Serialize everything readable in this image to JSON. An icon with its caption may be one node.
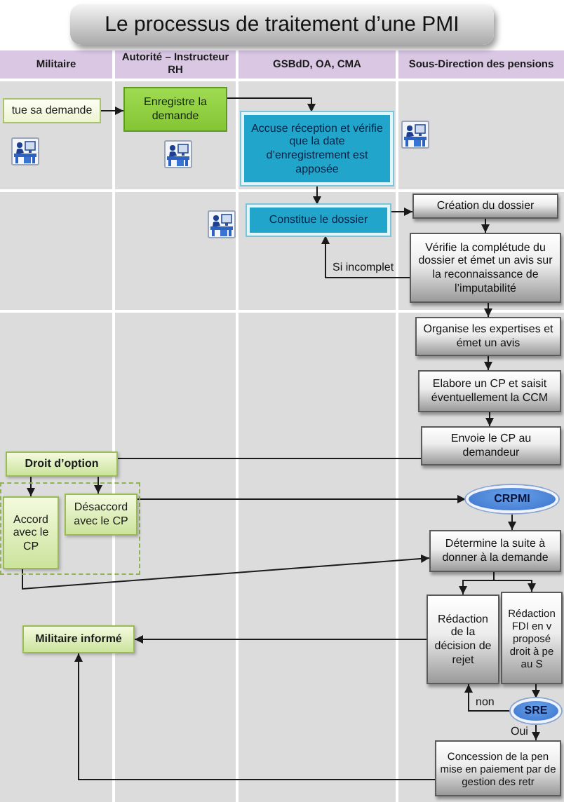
{
  "diagram": {
    "title": "Le processus de traitement d’une PMI",
    "nodes": [
      {
        "text": [
          "tue sa demande"
        ]
      },
      {
        "text": [
          "Enregistre la demande"
        ]
      },
      {
        "text": [
          "Accuse réception et vérifie que la date d’enregistrement est apposée"
        ]
      },
      {
        "text": [
          "Constitue le dossier"
        ]
      },
      {
        "text": [
          "Création du dossier"
        ]
      },
      {
        "text": [
          "Vérifie la complétude du dossier et émet un avis sur la reconnaissance de l’imputabilité"
        ]
      },
      {
        "text": [
          "Organise les expertises et émet un avis"
        ]
      },
      {
        "text": [
          "Elabore un CP et saisit éventuellement la CCM"
        ]
      },
      {
        "text": [
          "Envoie le CP au demandeur"
        ]
      },
      {
        "text": [
          "Droit d’option"
        ]
      },
      {
        "text": [
          "CRPMI"
        ]
      },
      {
        "text": [],
        "shape": "box"
      },
      {
        "text": [
          "Accord avec le CP"
        ],
        "in": 11
      },
      {
        "text": [
          "Désaccord avec le CP"
        ],
        "in": 11
      },
      {
        "text": [
          "Détermine la suite à donner à la demande"
        ]
      },
      {
        "text": [
          "Rédaction de la décision de rejet"
        ]
      },
      {
        "text": [
          "Rédaction FDI en v proposé droit à pe au S"
        ]
      },
      {
        "text": [
          "Militaire informé"
        ]
      },
      {
        "text": [
          "SRE"
        ]
      },
      {
        "text": [
          "Concession de la pen mise en paiement par de gestion des retr"
        ]
      }
    ],
    "edges": [
      {
        "from": 0,
        "to": 1,
        "arrow": "to"
      },
      {
        "from": 1,
        "to": 2,
        "arrow": "to"
      },
      {
        "from": 2,
        "to": 3,
        "arrow": "to"
      },
      {
        "from": 3,
        "to": 4,
        "arrow": "to"
      },
      {
        "from": 4,
        "to": 5,
        "arrow": "to"
      },
      {
        "from": 5,
        "to": 3,
        "arrow": "to",
        "label": "Si incomplet"
      },
      {
        "from": 5,
        "to": 6,
        "arrow": "to"
      },
      {
        "from": 6,
        "to": 7,
        "arrow": "to"
      },
      {
        "from": 7,
        "to": 8,
        "arrow": "to"
      },
      {
        "from": 8,
        "to": 9,
        "arrow": "none"
      },
      {
        "from": 9,
        "to": 12,
        "arrow": "to"
      },
      {
        "from": 9,
        "to": 13,
        "arrow": "to"
      },
      {
        "from": 13,
        "to": 10,
        "arrow": "to"
      },
      {
        "from": 10,
        "to": 14,
        "arrow": "to"
      },
      {
        "from": 12,
        "to": 14,
        "arrow": "to"
      },
      {
        "from": 14,
        "to": 15,
        "arrow": "to"
      },
      {
        "from": 14,
        "to": 16,
        "arrow": "to"
      },
      {
        "from": 15,
        "to": 17,
        "arrow": "to"
      },
      {
        "from": 16,
        "to": 18,
        "arrow": "to"
      },
      {
        "from": 18,
        "to": 15,
        "arrow": "to",
        "label": "non"
      },
      {
        "from": 18,
        "to": 19,
        "arrow": "to",
        "label": "Oui"
      },
      {
        "from": 19,
        "to": 17,
        "arrow": "to"
      }
    ],
    "labels": [
      "Militaire",
      "Autorité – Instructeur RH",
      "GSBdD, OA, CMA",
      "Sous-Direction des pensions"
    ]
  }
}
